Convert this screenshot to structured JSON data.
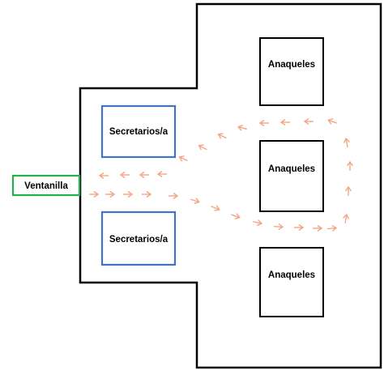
{
  "labels": {
    "window": "Ventanilla",
    "secretary_top": "Secretarios/a",
    "secretary_bottom": "Secretarios/a",
    "shelf_top": "Anaqueles",
    "shelf_middle": "Anaqueles",
    "shelf_bottom": "Anaqueles"
  },
  "colors": {
    "walls": "#000000",
    "window_border": "#22b14c",
    "secretary_border": "#4472c4",
    "shelf_border": "#000000",
    "flow_arrows": "#f4a582"
  },
  "flow": {
    "description_icons": [
      "arrow-right-icon",
      "arrow-left-icon",
      "arrow-up-icon"
    ]
  }
}
